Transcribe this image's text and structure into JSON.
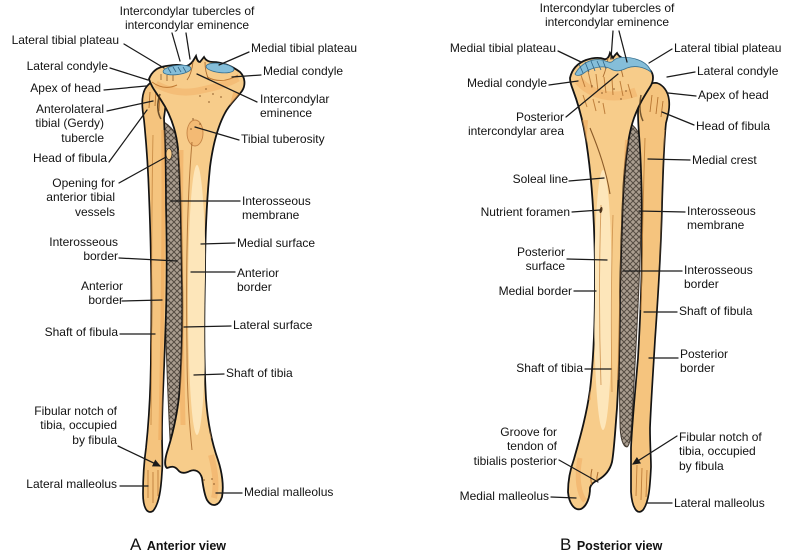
{
  "figure": {
    "background": "#ffffff",
    "colors": {
      "bone_base": "#f7cc8a",
      "bone_highlight": "#fde6ba",
      "bone_shade_orange": "#eda152",
      "outline_black": "#141414",
      "articular_cartilage_blue": "#85bed9",
      "interosseous_membrane_gray": "#ab9e90",
      "leader_line": "#1a1a1a",
      "label_text": "#121212"
    },
    "panels": [
      {
        "caption_letter": "A",
        "caption_text": "Anterior view",
        "top_label": "Intercondylar tubercles of\nintercondylar eminence",
        "left_labels": [
          "Lateral tibial plateau",
          "Lateral condyle",
          "Apex of head",
          "Anterolateral\ntibial (Gerdy)\ntubercle",
          "Head of fibula",
          "Opening for\nanterior tibial\nvessels",
          "Interosseous\nborder",
          "Anterior\nborder",
          "Shaft of fibula",
          "Fibular notch of\ntibia, occupied\nby fibula",
          "Lateral malleolus"
        ],
        "right_labels": [
          "Medial tibial plateau",
          "Medial condyle",
          "Intercondylar\neminence",
          "Tibial tuberosity",
          "Interosseous\nmembrane",
          "Medial surface",
          "Anterior\nborder",
          "Lateral surface",
          "Shaft of tibia",
          "Medial malleolus"
        ]
      },
      {
        "caption_letter": "B",
        "caption_text": "Posterior view",
        "top_label": "Intercondylar tubercles of\nintercondylar eminence",
        "left_labels": [
          "Medial tibial plateau",
          "Medial condyle",
          "Posterior\nintercondylar area",
          "Soleal line",
          "Nutrient foramen",
          "Posterior\nsurface",
          "Medial border",
          "Shaft of tibia",
          "Groove for\ntendon of\ntibialis posterior",
          "Medial malleolus"
        ],
        "right_labels": [
          "Lateral tibial plateau",
          "Lateral condyle",
          "Apex of head",
          "Head of fibula",
          "Medial crest",
          "Interosseous\nmembrane",
          "Interosseous\nborder",
          "Shaft of fibula",
          "Posterior\nborder",
          "Fibular notch of\ntibia, occupied\nby fibula",
          "Lateral malleolus"
        ]
      }
    ]
  }
}
